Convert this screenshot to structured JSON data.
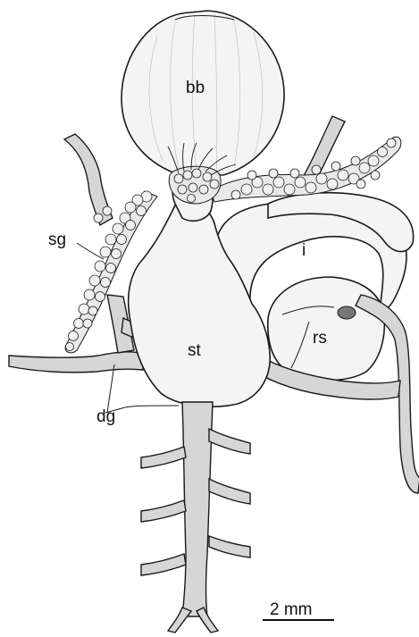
{
  "labels": {
    "buccal_bulb": "bb",
    "salivary_gland": "sg",
    "intestine": "i",
    "stomach": "st",
    "receptaculum": "rs",
    "digestive_gland": "dg"
  },
  "scale_bar": {
    "text": "2 mm"
  }
}
